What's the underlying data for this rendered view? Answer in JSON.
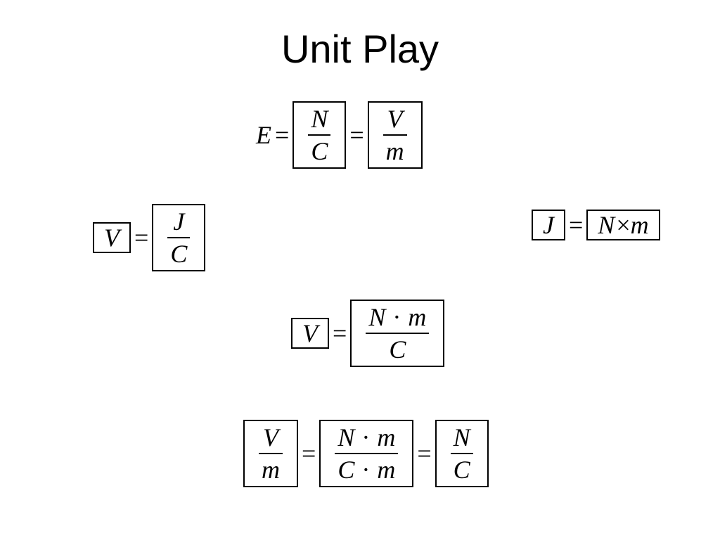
{
  "title": "Unit Play",
  "eq1": {
    "lhs": "E",
    "eq_a": "=",
    "f1_num": "N",
    "f1_den": "C",
    "eq_b": "=",
    "f2_num": "V",
    "f2_den": "m"
  },
  "eq2": {
    "lhs": "V",
    "eq": "=",
    "f_num": "J",
    "f_den": "C"
  },
  "eq3": {
    "lhs": "J",
    "eq": "=",
    "r1": "N",
    "op": "×",
    "r2": "m"
  },
  "eq4": {
    "lhs": "V",
    "eq": "=",
    "num_a": "N",
    "num_op": "·",
    "num_b": "m",
    "den": "C"
  },
  "eq5": {
    "f1_num": "V",
    "f1_den": "m",
    "eq_a": "=",
    "f2_num_a": "N",
    "f2_num_op": "·",
    "f2_num_b": "m",
    "f2_den_a": "C",
    "f2_den_op": "·",
    "f2_den_b": "m",
    "eq_b": "=",
    "f3_num": "N",
    "f3_den": "C"
  }
}
